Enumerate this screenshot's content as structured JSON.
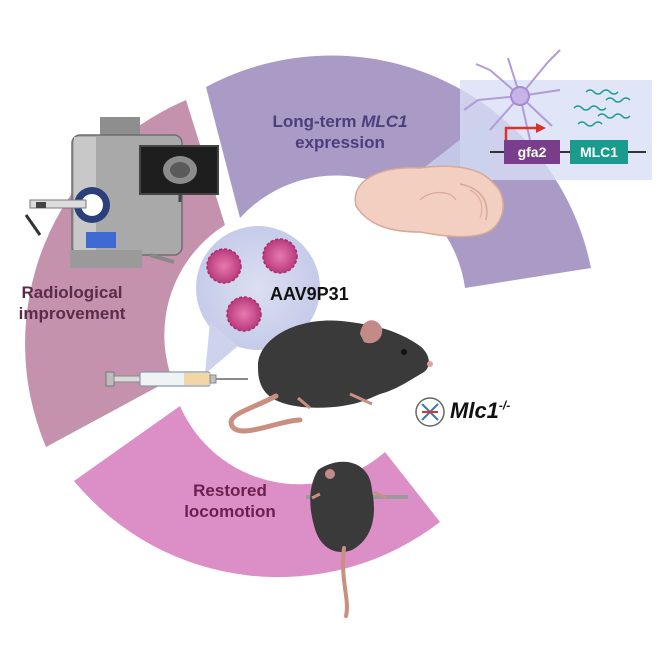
{
  "labels": {
    "top_line1_prefix": "Long-term ",
    "top_line1_gene": "MLC1",
    "top_line2": "expression",
    "left_line1": "Radiological",
    "left_line2": "improvement",
    "bottom_line1": "Restored",
    "bottom_line2": "locomotion",
    "vector": "AAV9P31",
    "mouse_model": "Mlc1",
    "mouse_model_sup": "-/-"
  },
  "construct": {
    "promoter": "gfa2",
    "gene": "MLC1"
  },
  "icons": [
    "mri-scanner-icon",
    "brain-slice-monitor-icon",
    "astrocyte-icon",
    "mouse-brain-icon",
    "aav-particle-icon",
    "syringe-icon",
    "mouse-icon",
    "knockout-symbol-icon",
    "hanging-mouse-icon"
  ],
  "colors": {
    "top_sector": "#a99bc6",
    "left_sector": "#c492ad",
    "bottom_sector": "#dc8fc6",
    "promoter_box": "#7a3d8c",
    "gene_box": "#1a9b8e",
    "arrow": "#d9342b"
  }
}
